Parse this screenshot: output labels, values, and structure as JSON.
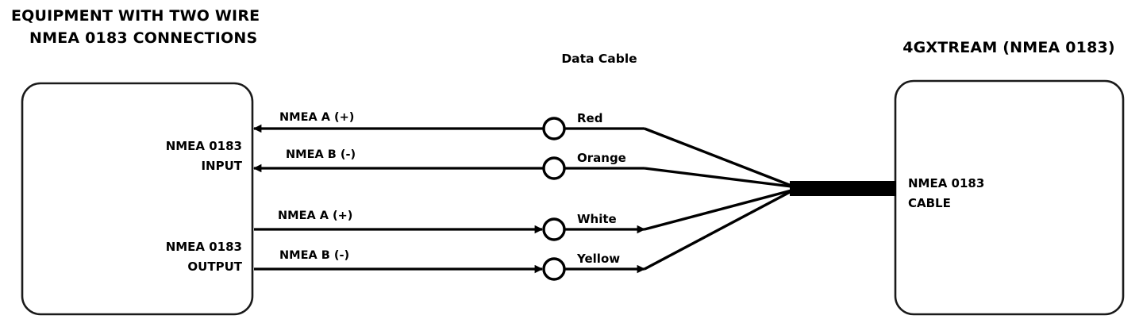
{
  "diagram": {
    "left_title_line1": "EQUIPMENT WITH TWO WIRE",
    "left_title_line2": "NMEA 0183 CONNECTIONS",
    "center_title": "Data Cable",
    "right_title": "4GXTREAM (NMEA 0183)",
    "left_box": {
      "input_label_line1": "NMEA 0183",
      "input_label_line2": "INPUT",
      "output_label_line1": "NMEA 0183",
      "output_label_line2": "OUTPUT"
    },
    "right_box": {
      "cable_label_line1": "NMEA 0183",
      "cable_label_line2": "CABLE"
    },
    "connections": [
      {
        "signal": "NMEA A (+)",
        "wire_color_name": "Red",
        "wire_color_hex": "#d32f2f",
        "direction": "into-equipment",
        "group": "input"
      },
      {
        "signal": "NMEA B (-)",
        "wire_color_name": "Orange",
        "wire_color_hex": "#ef6c00",
        "direction": "into-equipment",
        "group": "input"
      },
      {
        "signal": "NMEA A (+)",
        "wire_color_name": "White",
        "wire_color_hex": "#ffffff",
        "direction": "out-of-equipment",
        "group": "output"
      },
      {
        "signal": "NMEA B (-)",
        "wire_color_name": "Yellow",
        "wire_color_hex": "#fbc02d",
        "direction": "out-of-equipment",
        "group": "output"
      }
    ],
    "colors": {
      "background": "#ffffff",
      "stroke": "#000000",
      "box_stroke": "#1a1a1a",
      "text": "#000000"
    }
  }
}
